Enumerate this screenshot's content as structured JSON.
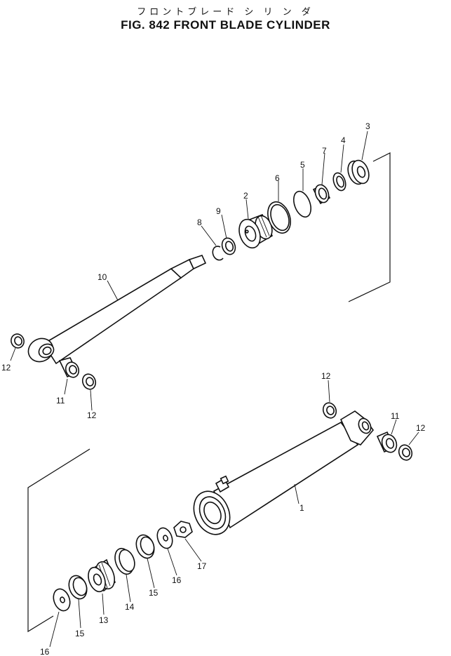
{
  "title": {
    "japanese": "フロントブレード シ リ ン ダ",
    "english": "FIG. 842  FRONT BLADE CYLINDER"
  },
  "callouts": {
    "c1": "1",
    "c2": "2",
    "c3": "3",
    "c4": "4",
    "c5": "5",
    "c6": "6",
    "c7": "7",
    "c8": "8",
    "c9": "9",
    "c10": "10",
    "c11a": "11",
    "c11b": "11",
    "c12a": "12",
    "c12b": "12",
    "c12c": "12",
    "c12d": "12",
    "c13": "13",
    "c14": "14",
    "c15a": "15",
    "c15b": "15",
    "c16a": "16",
    "c16b": "16",
    "c17": "17"
  }
}
